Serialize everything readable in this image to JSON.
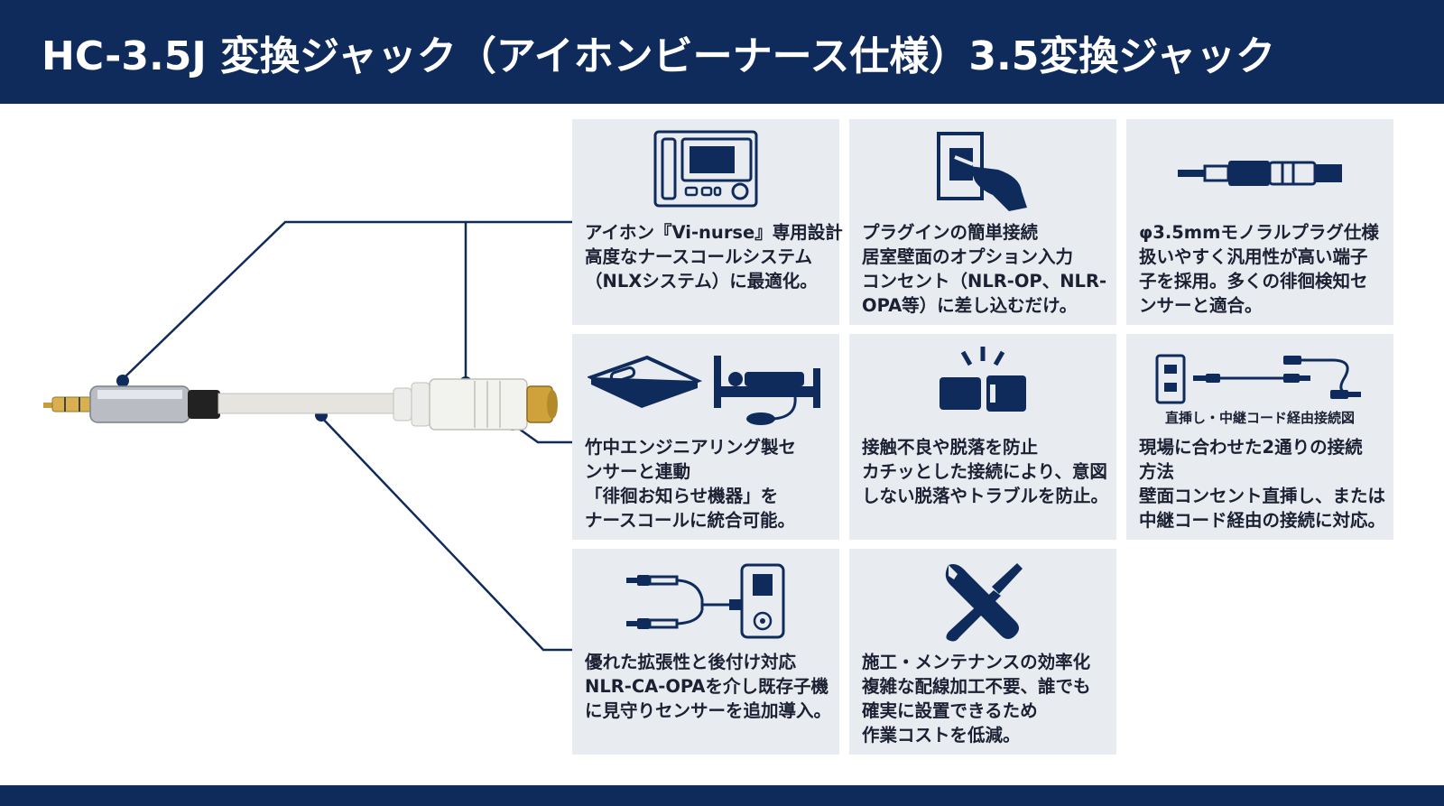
{
  "header": {
    "title": "HC-3.5J 変換ジャック（アイホンビーナース仕様）3.5変換ジャック"
  },
  "colors": {
    "navy": "#0f2b5b",
    "card_bg": "#e8ebf0",
    "text": "#1b2133"
  },
  "cards": [
    {
      "icon": "intercom-panel-icon",
      "lines": [
        "アイホン『Vi-nurse』専用設計",
        "高度なナースコールシステム",
        "（NLXシステム）に最適化。"
      ]
    },
    {
      "icon": "plug-into-wall-icon",
      "lines": [
        "プラグインの簡単接続",
        "居室壁面のオプション入力",
        "コンセント（NLR-OP、NLR-",
        "OPA等）に差し込むだけ。"
      ]
    },
    {
      "icon": "mono-plug-icon",
      "lines": [
        "φ3.5mmモノラルプラグ仕様",
        "扱いやすく汎用性が高い端子",
        "子を採用。多くの徘徊検知セ",
        "ンサーと適合。"
      ]
    },
    {
      "icon": "bed-sensor-icon",
      "lines": [
        "竹中エンジニアリング製セ",
        "ンサーと連動",
        "「徘徊お知らせ機器」を",
        "ナースコールに統合可能。"
      ]
    },
    {
      "icon": "secure-connection-icon",
      "lines": [
        "接触不良や脱落を防止",
        "カチッとした接続により、意図",
        "しない脱落やトラブルを防止。"
      ]
    },
    {
      "icon": "connection-diagram-icon",
      "caption": "直挿し・中継コード経由接続図",
      "lines": [
        "現場に合わせた2通りの接続",
        "方法",
        "壁面コンセント直挿し、または",
        "中継コード経由の接続に対応。"
      ]
    },
    {
      "icon": "extension-cable-icon",
      "lines": [
        "優れた拡張性と後付け対応",
        "NLR-CA-OPAを介し既存子機",
        "に見守りセンサーを追加導入。"
      ]
    },
    {
      "icon": "tools-icon",
      "lines": [
        "施工・メンテナンスの効率化",
        "複雑な配線加工不要、誰でも",
        "確実に設置できるため",
        "作業コストを低減。"
      ]
    }
  ]
}
